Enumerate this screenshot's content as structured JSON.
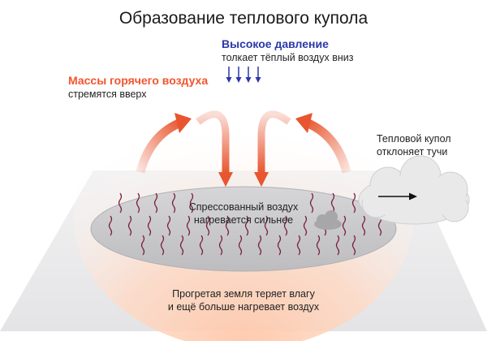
{
  "title": "Образование теплового купола",
  "high_pressure": {
    "heading": "Высокое давление",
    "subtext": "толкает тёплый воздух вниз"
  },
  "hot_air": {
    "heading": "Массы горячего воздуха",
    "subtext": "стремятся вверх"
  },
  "heat_dome_note": {
    "line1": "Тепловой купол",
    "line2": "отклоняет тучи"
  },
  "compressed_air": {
    "line1": "Спрессованный воздух",
    "line2": "нагревается сильнее"
  },
  "ground_note": {
    "line1": "Прогретая земля теряет влагу",
    "line2": "и ещё больше нагревает воздух"
  },
  "colors": {
    "hot_air_red": "#f2542d",
    "arrow_red": "#e8552f",
    "pressure_blue": "#2b39a8",
    "heat_wave": "#7a1f3a",
    "ground": "#ececee",
    "ellipse": "#c9c9cb",
    "cloud": "#e9e9ea"
  },
  "icons": [
    "down-arrow-icon",
    "right-arrow-icon",
    "cloud-icon",
    "heat-wave-icon"
  ]
}
